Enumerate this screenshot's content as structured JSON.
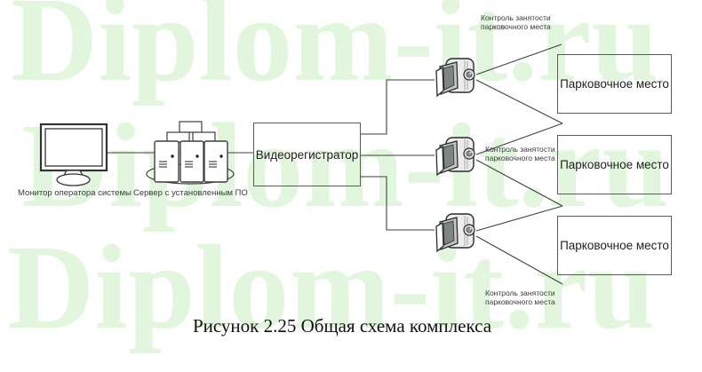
{
  "watermark": {
    "text": "Diplom-it.ru",
    "color": "#e1f6dc"
  },
  "caption": "Рисунок 2.25 Общая схема комплекса",
  "nodes": {
    "monitor_label": "Монитор оператора системы",
    "server_label": "Сервер с установленным ПО",
    "dvr_label": "Видеорегистратор"
  },
  "parking": [
    {
      "label": "Парковочное место"
    },
    {
      "label": "Парковочное место"
    },
    {
      "label": "Парковочное место"
    }
  ],
  "control_labels": [
    {
      "line1": "Контроль занятости",
      "line2": "парковочного места"
    },
    {
      "line1": "Контроль занятости",
      "line2": "парковочного места"
    },
    {
      "line1": "Контроль занятости",
      "line2": "парковочного места"
    }
  ],
  "colors": {
    "watermark": "#e1f6dc",
    "connector_line": "#404040",
    "box_border": "#5a5a5a",
    "label_text": "#3a3a3a"
  }
}
